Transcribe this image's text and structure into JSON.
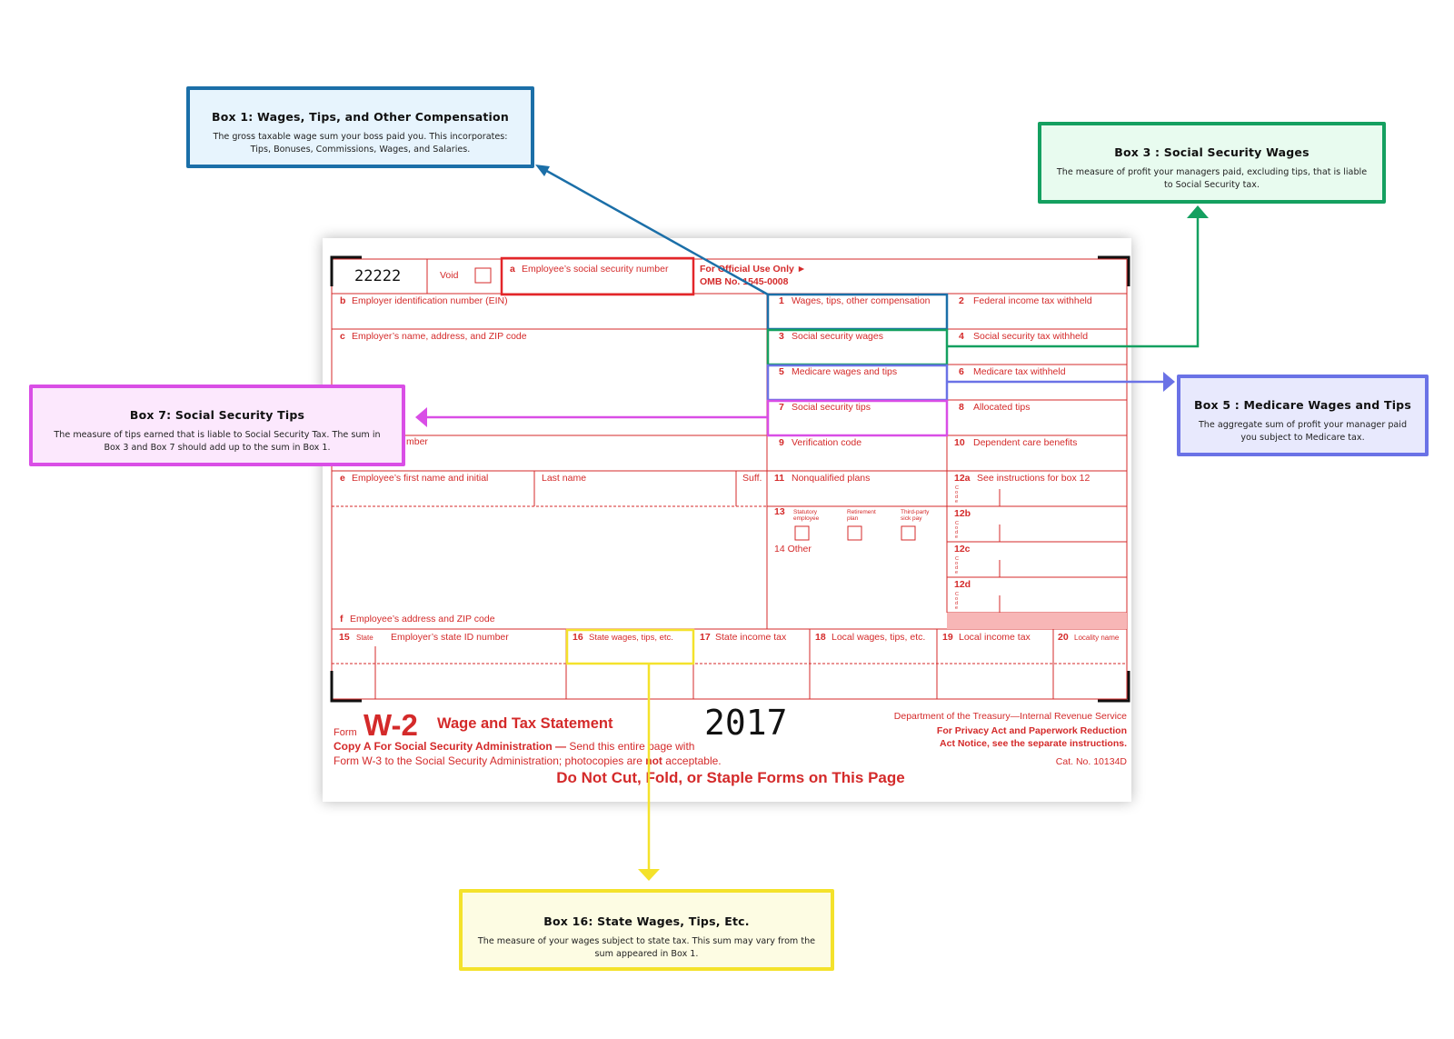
{
  "form": {
    "control_number": "22222",
    "void_label": "Void",
    "box_a_letter": "a",
    "box_a_label": "Employee’s social security number",
    "official_use": "For Official Use Only ►",
    "omb": "OMB No. 1545-0008",
    "box_b_letter": "b",
    "box_b_label": "Employer identification number (EIN)",
    "box_c_letter": "c",
    "box_c_label": "Employer’s name, address, and ZIP code",
    "box_d_partial": "mber",
    "box_e_letter": "e",
    "box_e_label": "Employee’s first name and initial",
    "last_name": "Last name",
    "suff": "Suff.",
    "box_f_letter": "f",
    "box_f_label": "Employee’s address and ZIP code",
    "box1_num": "1",
    "box1_label": "Wages, tips, other compensation",
    "box2_num": "2",
    "box2_label": "Federal income tax withheld",
    "box3_num": "3",
    "box3_label": "Social security wages",
    "box4_num": "4",
    "box4_label": "Social security tax withheld",
    "box5_num": "5",
    "box5_label": "Medicare wages and tips",
    "box6_num": "6",
    "box6_label": "Medicare tax withheld",
    "box7_num": "7",
    "box7_label": "Social security tips",
    "box8_num": "8",
    "box8_label": "Allocated tips",
    "box9_num": "9",
    "box9_label": "Verification code",
    "box10_num": "10",
    "box10_label": "Dependent care benefits",
    "box11_num": "11",
    "box11_label": "Nonqualified plans",
    "box12a_num": "12a",
    "box12a_label": "See instructions for box 12",
    "box12b_num": "12b",
    "box12c_num": "12c",
    "box12d_num": "12d",
    "code_letters": [
      "C",
      "o",
      "d",
      "e"
    ],
    "box13_num": "13",
    "box13_statutory_1": "Statutory",
    "box13_statutory_2": "employee",
    "box13_retirement_1": "Retirement",
    "box13_retirement_2": "plan",
    "box13_thirdparty_1": "Third-party",
    "box13_thirdparty_2": "sick pay",
    "box14_label": "14 Other",
    "box15_num": "15",
    "box15_state": "State",
    "box15_label": "Employer’s state ID number",
    "box16_num": "16",
    "box16_label": "State wages, tips, etc.",
    "box17_num": "17",
    "box17_label": "State income tax",
    "box18_num": "18",
    "box18_label": "Local wages, tips, etc.",
    "box19_num": "19",
    "box19_label": "Local income tax",
    "box20_num": "20",
    "box20_label": "Locality name",
    "form_word": "Form",
    "form_name": "W-2",
    "form_title": "Wage and Tax Statement",
    "year": "2017",
    "dept": "Department of the Treasury—Internal Revenue Service",
    "privacy_1": "For Privacy Act and Paperwork Reduction",
    "privacy_2": "Act Notice, see the separate instructions.",
    "copy_a_bold": "Copy A For Social Security Administration —",
    "copy_a_rest": " Send this entire page with",
    "copy_line2_a": "Form W-3 to the Social Security Administration; photocopies are ",
    "copy_line2_b": "not",
    "copy_line2_c": " acceptable.",
    "cat_no": "Cat. No. 10134D",
    "do_not_cut": "Do Not Cut, Fold, or Staple Forms on This Page"
  },
  "callouts": {
    "box1": {
      "title": "Box 1: Wages, Tips, and Other Compensation",
      "desc": "The gross taxable wage sum your boss paid you. This incorporates: Tips, Bonuses, Commissions, Wages, and Salaries.",
      "color": "#1b6fa8"
    },
    "box3": {
      "title": "Box 3 :  Social Security Wages",
      "desc": "The measure of profit your managers paid, excluding tips, that is liable to Social Security tax.",
      "color": "#14a060"
    },
    "box5": {
      "title": "Box 5 : Medicare Wages and Tips",
      "desc": "The aggregate sum of profit your manager paid you subject to Medicare tax.",
      "color": "#6a72e6"
    },
    "box7": {
      "title": "Box 7: Social Security Tips",
      "desc": "The measure of tips earned that is liable to Social Security Tax. The sum in Box 3 and Box 7 should add up to the sum in Box 1.",
      "color": "#d94ee6"
    },
    "box16": {
      "title": "Box 16: State Wages, Tips, Etc.",
      "desc": "The measure of your wages subject to state tax. This sum may vary from the sum appeared in Box 1.",
      "color": "#f4e22b"
    }
  },
  "colors": {
    "form_red": "#d42a2a",
    "highlight_ssn": "#e3262a"
  }
}
